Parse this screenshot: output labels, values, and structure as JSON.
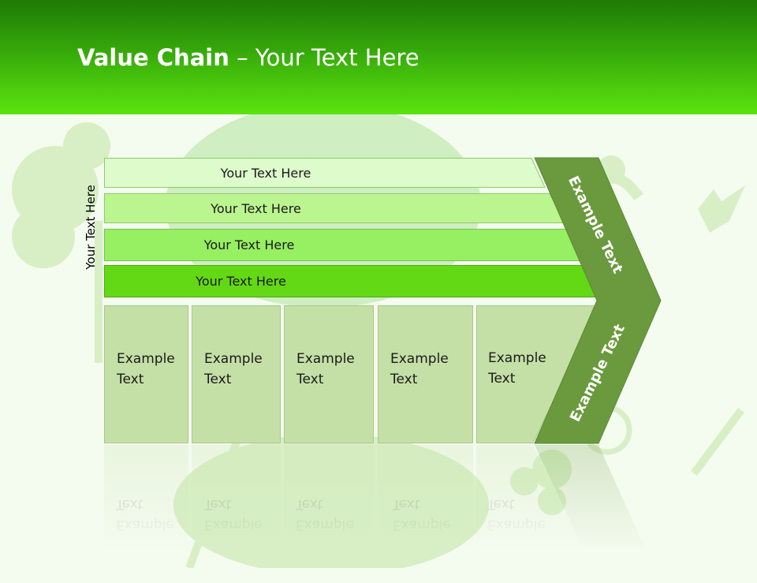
{
  "slide": {
    "title_bold": "Value Chain",
    "title_rest": " – Your Text Here",
    "side_label": "Your Text Here",
    "rows": [
      {
        "label": "Your Text Here",
        "color": "#ddfbcb"
      },
      {
        "label": "Your Text Here",
        "color": "#bbf58f"
      },
      {
        "label": "Your Text Here",
        "color": "#97ef62"
      },
      {
        "label": "Your Text Here",
        "color": "#63d915"
      }
    ],
    "boxes": [
      {
        "line1": "Example",
        "line2": "Text"
      },
      {
        "line1": "Example",
        "line2": "Text"
      },
      {
        "line1": "Example",
        "line2": "Text"
      },
      {
        "line1": "Example",
        "line2": "Text"
      },
      {
        "line1": "Example",
        "line2": "Text"
      }
    ],
    "chevron_upper": "Example Text",
    "chevron_lower": "Example Text",
    "colors": {
      "header_top": "#1f7a06",
      "header_bottom": "#5be40f",
      "chevron": "#6a9a3d",
      "box": "#c5e0a7"
    }
  }
}
